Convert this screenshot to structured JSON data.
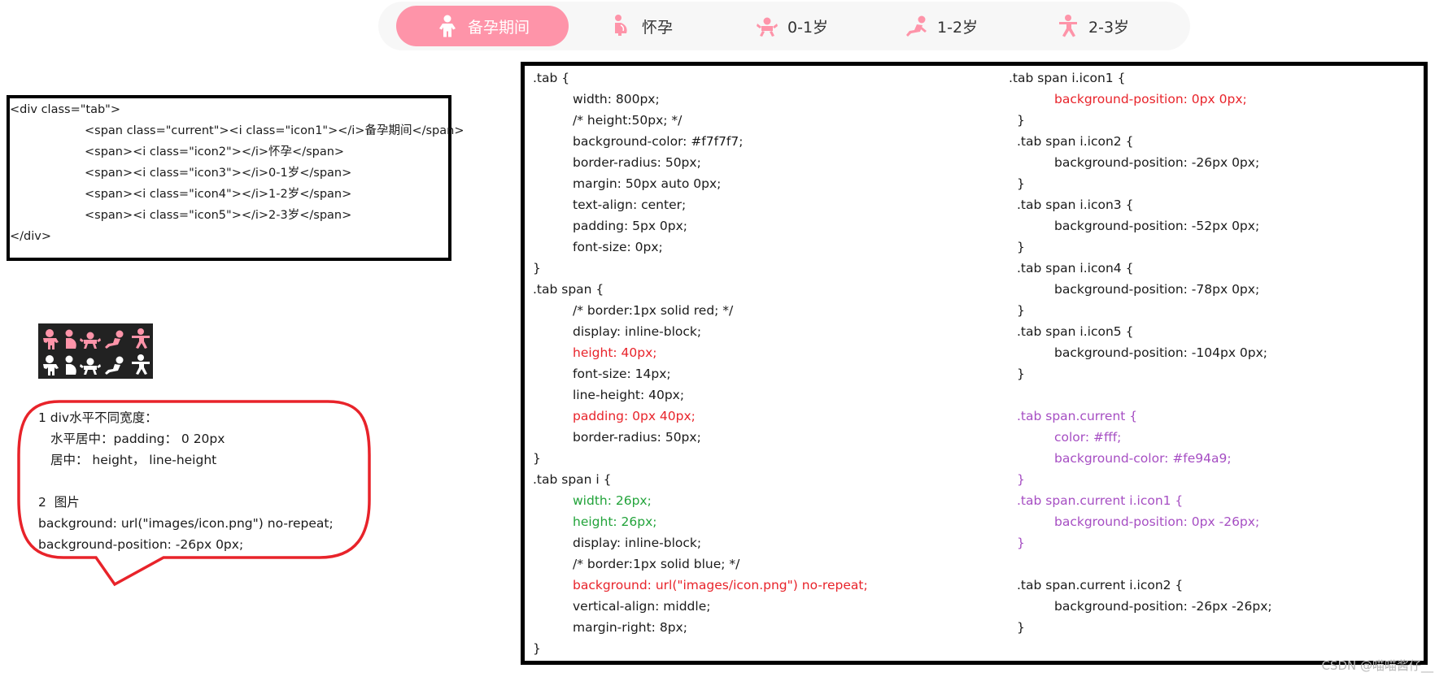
{
  "tabs": [
    {
      "label": "备孕期间",
      "icon": "standing-baby-icon",
      "current": true
    },
    {
      "label": "怀孕",
      "icon": "pregnant-icon",
      "current": false
    },
    {
      "label": "0-1岁",
      "icon": "crawling-baby-icon",
      "current": false
    },
    {
      "label": "1-2岁",
      "icon": "sitting-baby-icon",
      "current": false
    },
    {
      "label": "2-3岁",
      "icon": "running-kid-icon",
      "current": false
    }
  ],
  "html_code": {
    "lines": [
      "<div class=\"tab\">",
      "<span class=\"current\"><i class=\"icon1\"></i>备孕期间</span>",
      "<span><i class=\"icon2\"></i>怀孕</span>",
      "<span><i class=\"icon3\"></i>0-1岁</span>",
      "<span><i class=\"icon4\"></i>1-2岁</span>",
      "<span><i class=\"icon5\"></i>2-3岁</span>",
      "</div>"
    ]
  },
  "notes": {
    "lines": [
      "1 div水平不同宽度：",
      "水平居中：padding： 0 20px",
      "居中： height， line-height",
      "2  图片",
      "background: url(\"images/icon.png\") no-repeat;",
      "background-position: -26px 0px;"
    ]
  },
  "css_left": {
    "lines": [
      ".tab {",
      "width: 800px;",
      "/* height:50px; */",
      "background-color: #f7f7f7;",
      "border-radius: 50px;",
      "margin: 50px auto 0px;",
      "text-align: center;",
      "padding: 5px 0px;",
      "font-size: 0px;",
      "}",
      ".tab span {",
      "/* border:1px solid red; */",
      "display: inline-block;",
      "height: 40px;",
      "font-size: 14px;",
      "line-height: 40px;",
      "padding: 0px 40px;",
      "border-radius: 50px;",
      "}",
      ".tab span i {",
      "width: 26px;",
      "height: 26px;",
      "display: inline-block;",
      "/* border:1px solid blue; */",
      "background: url(\"images/icon.png\") no-repeat;",
      "vertical-align: middle;",
      "margin-right: 8px;",
      "}"
    ]
  },
  "css_right": {
    "lines": [
      ".tab span i.icon1 {",
      "background-position: 0px 0px;",
      "}",
      ".tab span i.icon2 {",
      "background-position: -26px 0px;",
      "}",
      ".tab span i.icon3 {",
      "background-position: -52px 0px;",
      "}",
      ".tab span i.icon4 {",
      "background-position: -78px 0px;",
      "}",
      ".tab span i.icon5 {",
      "background-position: -104px 0px;",
      "}",
      ".tab span.current {",
      "color: #fff;",
      "background-color: #fe94a9;",
      "}",
      ".tab span.current i.icon1 {",
      "background-position: 0px -26px;",
      "}",
      ".tab span.current i.icon2 {",
      "background-position: -26px -26px;",
      "}"
    ]
  },
  "colors": {
    "accent": "#fe94a9",
    "tab_bg": "#f7f7f7",
    "highlight_red": "#e8232a",
    "highlight_green": "#22a33a",
    "highlight_purple": "#a64ec3"
  },
  "sprite": {
    "icon": "sprite-sheet-icon"
  },
  "watermark": "CSDN @喵喵酱仔__"
}
